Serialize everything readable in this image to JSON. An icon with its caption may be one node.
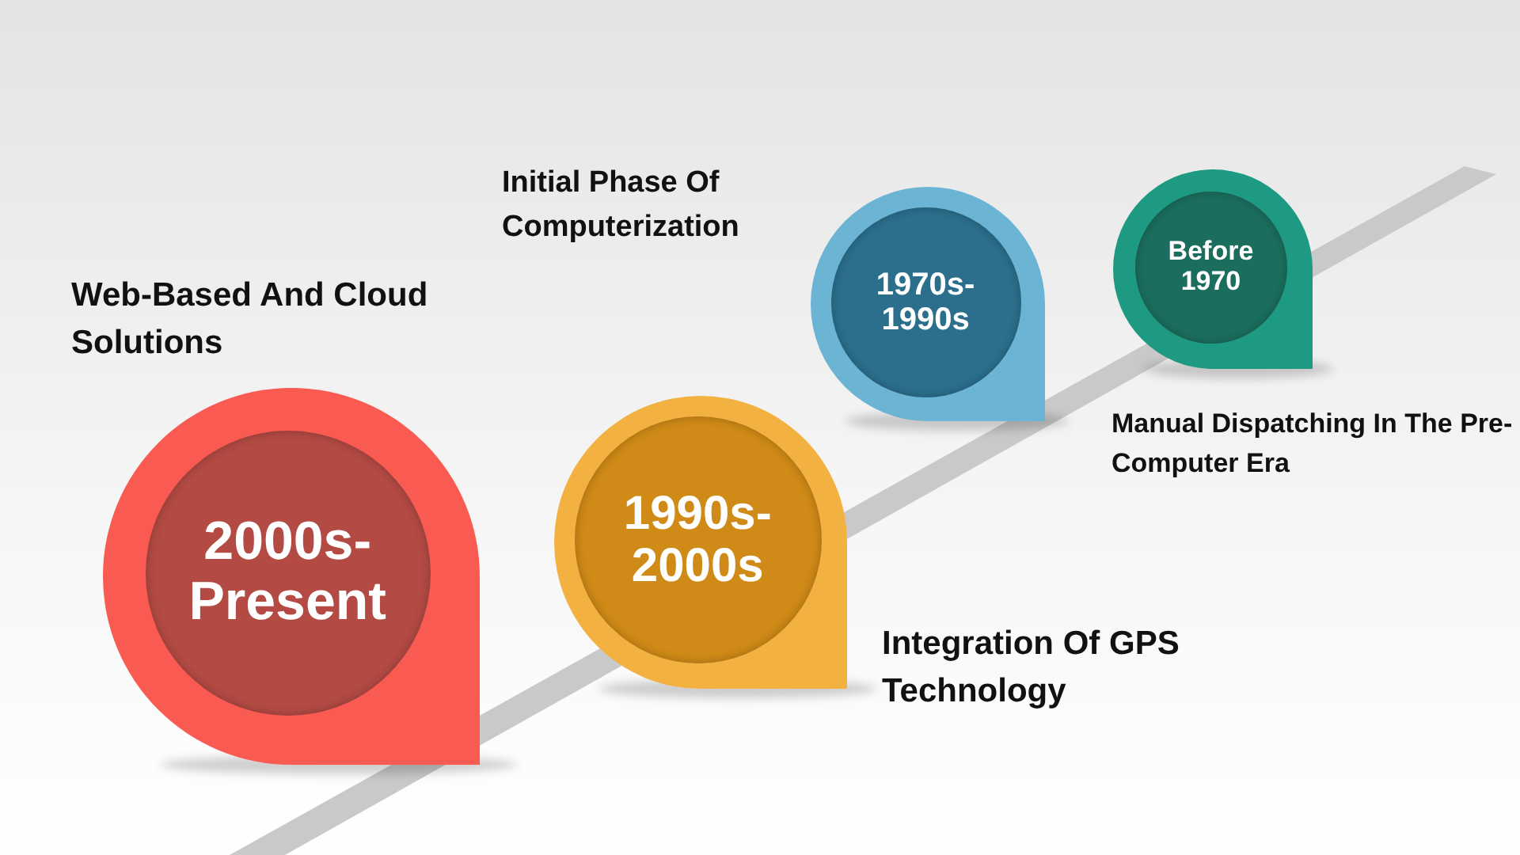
{
  "diagram": {
    "nodes": [
      {
        "text": [
          "2000s- Present"
        ],
        "beside": [
          "Web-Based And Cloud Solutions"
        ]
      },
      {
        "text": [
          "1990s- 2000s"
        ],
        "beside": [
          "Integration Of GPS Technology"
        ]
      },
      {
        "text": [
          "1970s- 1990s"
        ],
        "beside": [
          "Initial Phase Of Computerization"
        ]
      },
      {
        "text": [
          "Before 1970"
        ],
        "beside": [
          "Manual Dispatching In The Pre-Computer Era"
        ]
      }
    ]
  }
}
